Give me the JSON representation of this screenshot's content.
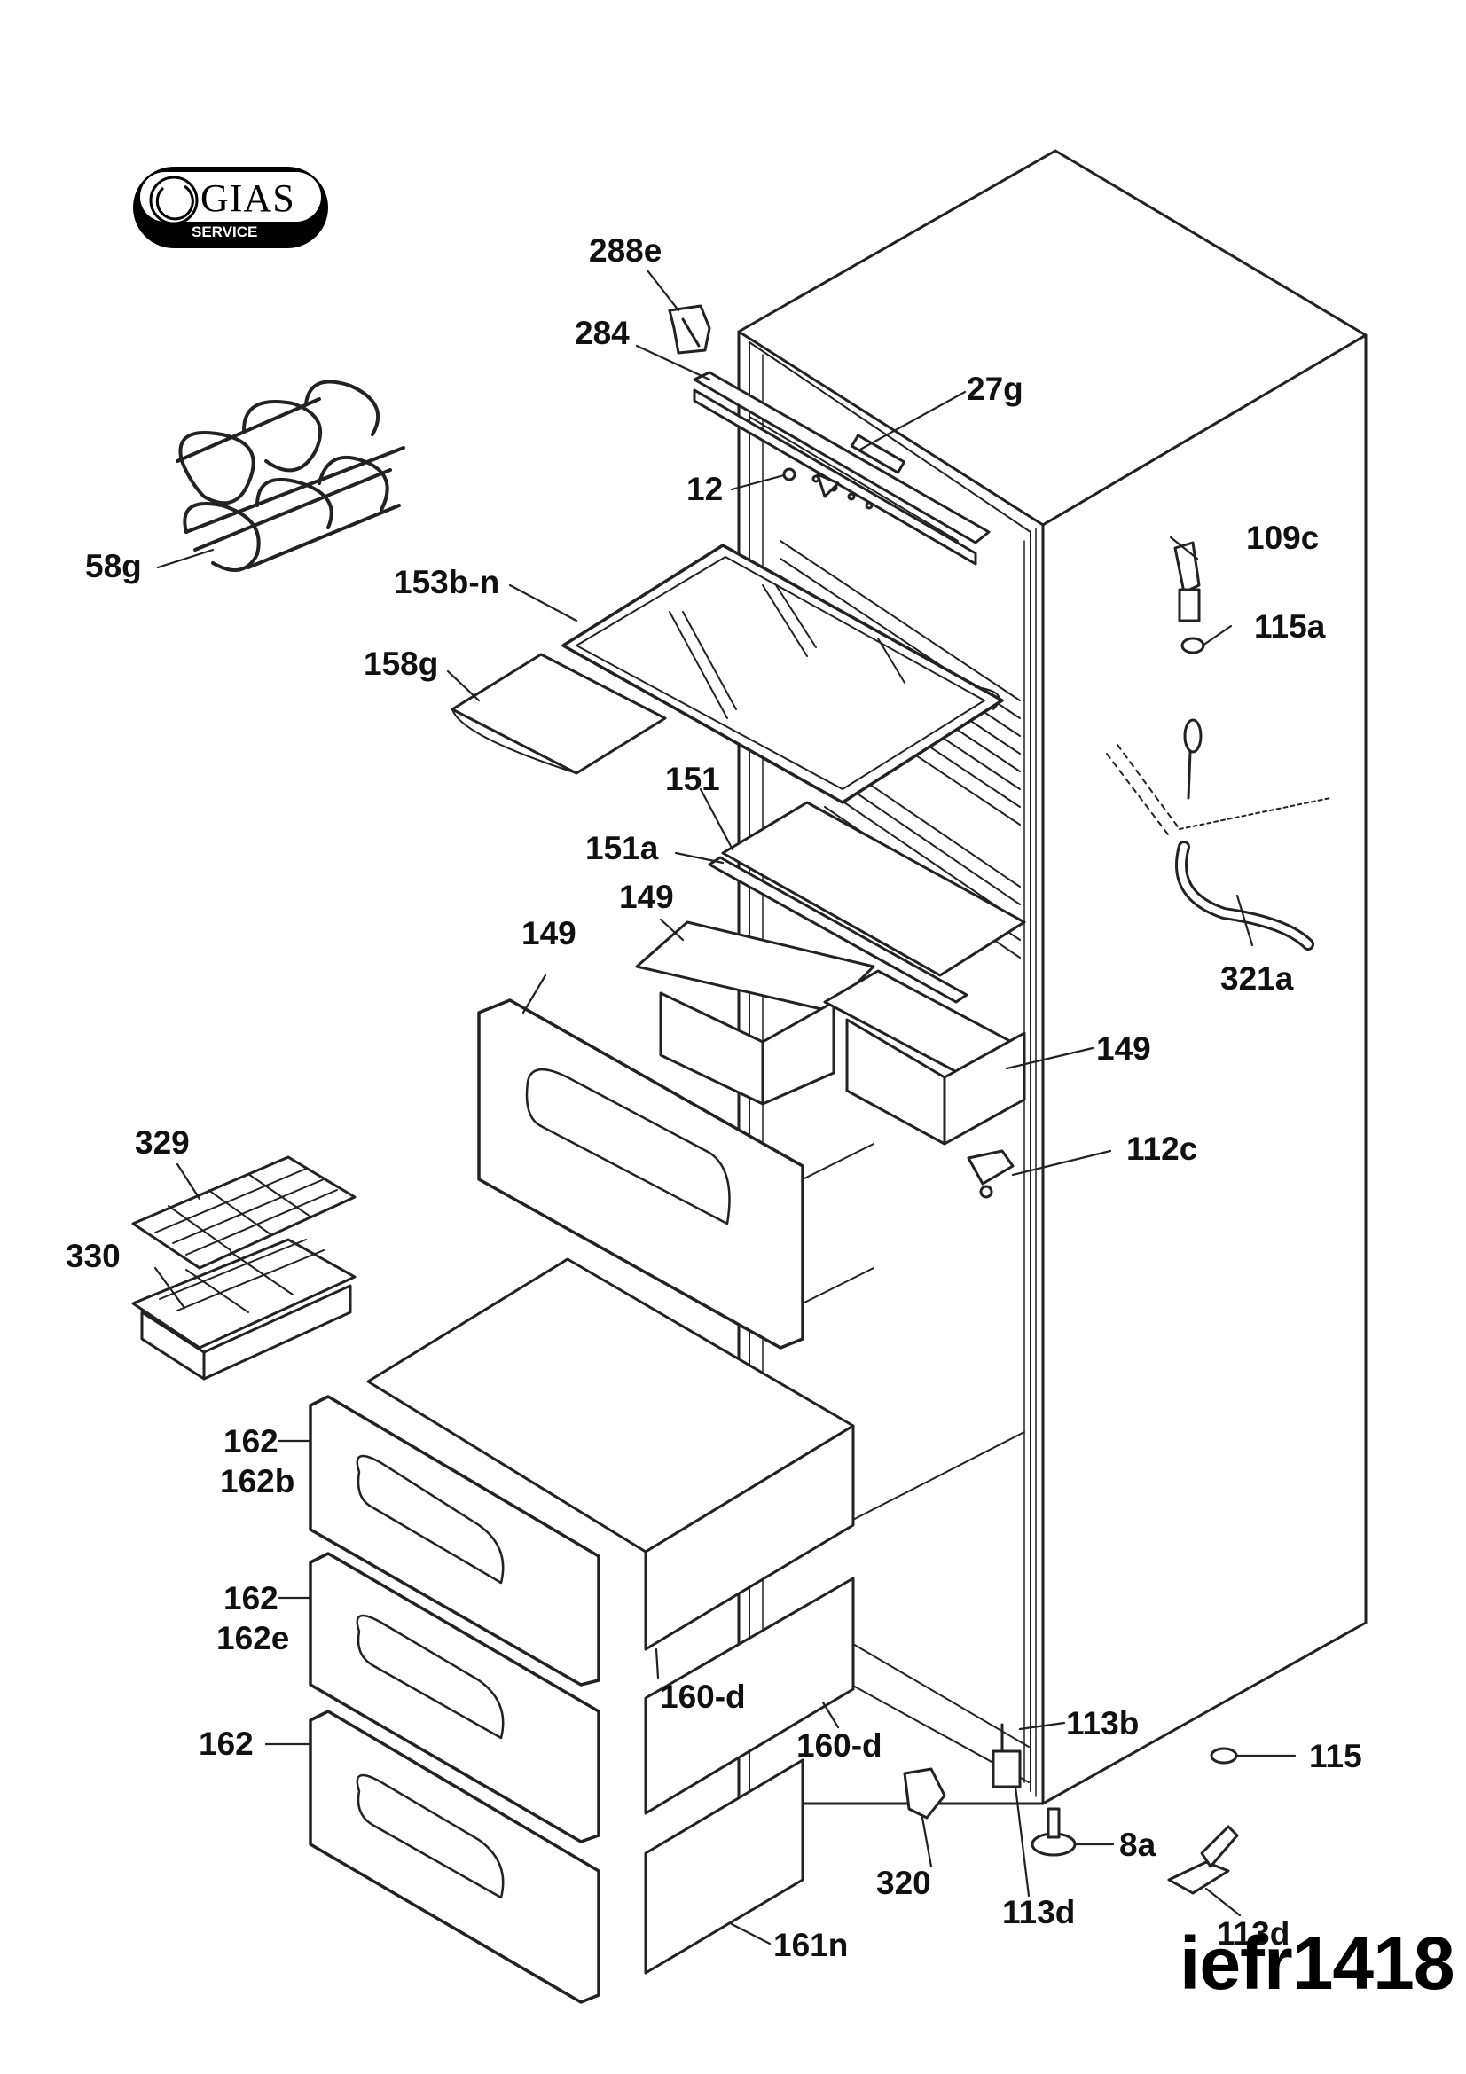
{
  "logo": {
    "brand": "GIAS",
    "sub": "SERVICE"
  },
  "model_code": "iefr1418",
  "parts": [
    {
      "id": "288e"
    },
    {
      "id": "284"
    },
    {
      "id": "27g"
    },
    {
      "id": "12"
    },
    {
      "id": "58g"
    },
    {
      "id": "153b-n"
    },
    {
      "id": "158g"
    },
    {
      "id": "151"
    },
    {
      "id": "151a"
    },
    {
      "id": "149a",
      "label": "149"
    },
    {
      "id": "149b",
      "label": "149"
    },
    {
      "id": "149c",
      "label": "149"
    },
    {
      "id": "109c"
    },
    {
      "id": "115a"
    },
    {
      "id": "321a"
    },
    {
      "id": "112c"
    },
    {
      "id": "329"
    },
    {
      "id": "330"
    },
    {
      "id": "162a",
      "label": "162"
    },
    {
      "id": "162b"
    },
    {
      "id": "162c",
      "label": "162"
    },
    {
      "id": "162e"
    },
    {
      "id": "162d",
      "label": "162"
    },
    {
      "id": "160-d-a",
      "label": "160-d"
    },
    {
      "id": "160-d-b",
      "label": "160-d"
    },
    {
      "id": "161n"
    },
    {
      "id": "320"
    },
    {
      "id": "113b"
    },
    {
      "id": "113d-a",
      "label": "113d"
    },
    {
      "id": "113d-b",
      "label": "113d"
    },
    {
      "id": "115"
    },
    {
      "id": "8a"
    }
  ],
  "labels": {
    "p288e": "288e",
    "p284": "284",
    "p27g": "27g",
    "p12": "12",
    "p58g": "58g",
    "p153bn": "153b-n",
    "p158g": "158g",
    "p151": "151",
    "p151a": "151a",
    "p149a": "149",
    "p149b": "149",
    "p149c": "149",
    "p109c": "109c",
    "p115a": "115a",
    "p321a": "321a",
    "p112c": "112c",
    "p329": "329",
    "p330": "330",
    "p162a": "162",
    "p162b": "162b",
    "p162c": "162",
    "p162e": "162e",
    "p162d": "162",
    "p160da": "160-d",
    "p160db": "160-d",
    "p161n": "161n",
    "p320": "320",
    "p113b": "113b",
    "p113da": "113d",
    "p113db": "113d",
    "p115": "115",
    "p8a": "8a"
  }
}
